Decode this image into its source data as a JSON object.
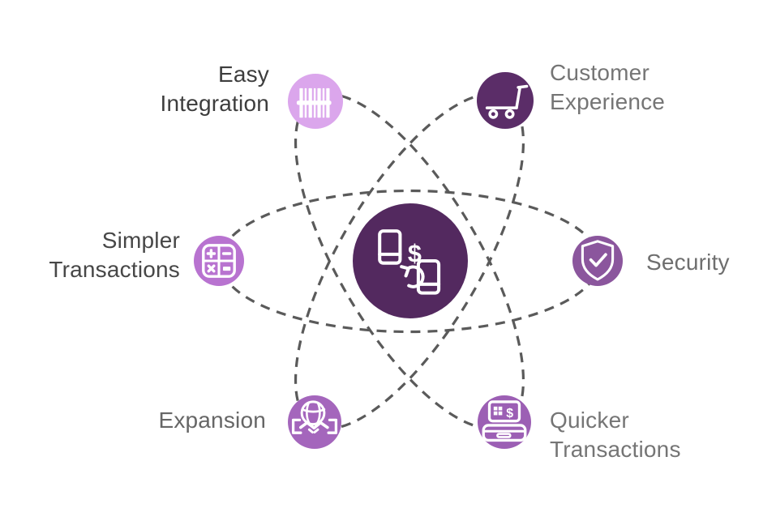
{
  "title": "Mobile payments benefits infographic",
  "glyphs": {
    "dollar": "$"
  },
  "orbit": {
    "color": "#5a5a5a",
    "style": "dashed"
  },
  "center": {
    "name": "mobile-payment-exchange",
    "color": "#53295f",
    "icon": "phone-money-exchange-icon",
    "icon_stroke": "#ffffff"
  },
  "nodes": [
    {
      "label": "Easy Integration",
      "color": "#dba6ec",
      "label_color": "#3d3d3d",
      "icon": "barcode-icon"
    },
    {
      "label": "Customer Experience",
      "color": "#5b2d68",
      "label_color": "#757575",
      "icon": "shopping-cart-icon"
    },
    {
      "label": "Simpler Transactions",
      "color": "#b873d0",
      "label_color": "#474747",
      "icon": "calculator-icon"
    },
    {
      "label": "Security",
      "color": "#8b569d",
      "label_color": "#6e6e6e",
      "icon": "shield-check-icon"
    },
    {
      "label": "Expansion",
      "color": "#a466bc",
      "label_color": "#666666",
      "icon": "handshake-globe-icon"
    },
    {
      "label": "Quicker Transactions",
      "color": "#9c5fb4",
      "label_color": "#757575",
      "icon": "cash-register-icon"
    }
  ]
}
